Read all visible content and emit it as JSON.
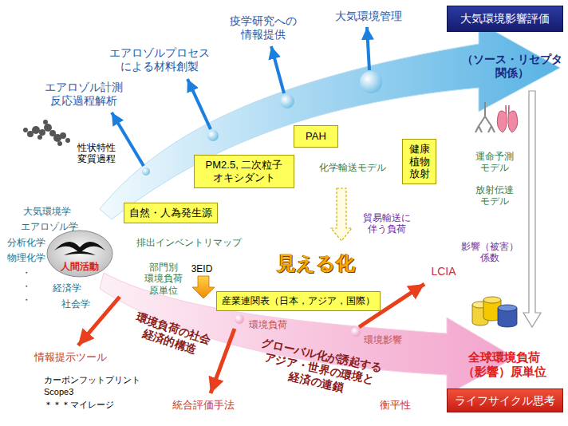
{
  "diagram": {
    "nodes": [
      {
        "text": [
          "大気環境影響評価"
        ]
      },
      {
        "text": [
          "PAH"
        ]
      },
      {
        "text": [
          "PM2.5, 二次粒子 オキシダント"
        ]
      },
      {
        "text": [
          "健康 植物 放射"
        ]
      },
      {
        "text": [
          "自然・人為発生源"
        ]
      },
      {
        "text": [
          "人間活動"
        ]
      },
      {
        "text": [
          "産業連関表（日本，アジア，国際）"
        ]
      },
      {
        "text": [
          "ライフサイクル思考"
        ]
      }
    ],
    "labels": [
      "エアロゾル計測 反応過程解析",
      "エアロゾルプロセス による材料創製",
      "疫学研究への 情報提供",
      "大気環境管理",
      "（ソース・リセプタ 関係）",
      "性状特性 変質過程",
      "化学輸送モデル",
      "運命予測 モデル",
      "放射伝達 モデル",
      "影響（被害） 係数",
      "大気環境学",
      "エアロゾル学",
      "分析化学",
      "物理化学",
      "・",
      "・",
      "・",
      "経済学",
      "社会学",
      "排出インベントリマップ",
      "部門別 環境負荷 原単位",
      "3EID",
      "見える化",
      "貿易輸送に 伴う負荷",
      "LCIA",
      "環境負荷",
      "環境影響",
      "環境負荷の社会 経済的構造",
      "グローバル化が誘起する アジア・世界の環境と 経済の連鎖",
      "情報提示ツール",
      "カーボンフットプリント",
      "Scope3",
      "＊＊＊マイレージ",
      "統合評価手法",
      "衡平性",
      "全球環境負荷 （影響）原単位"
    ]
  }
}
